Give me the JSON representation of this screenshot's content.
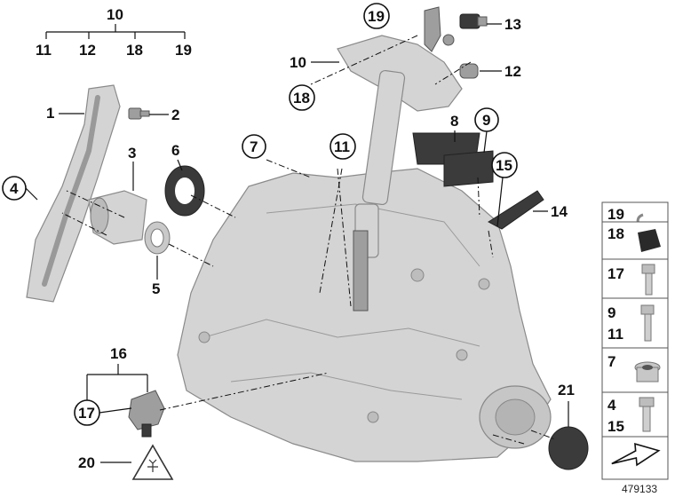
{
  "group_10_title": "10",
  "group_10_items": [
    "11",
    "12",
    "18",
    "19"
  ],
  "group_16_title": "16",
  "labels": {
    "l1": "1",
    "l2": "2",
    "l3": "3",
    "l4": "4",
    "l5": "5",
    "l6": "6",
    "l7": "7",
    "l8": "8",
    "l9": "9",
    "l10": "10",
    "l11": "11",
    "l12": "12",
    "l13": "13",
    "l14": "14",
    "l15": "15",
    "l17": "17",
    "l18": "18",
    "l19": "19",
    "l20": "20",
    "l21": "21"
  },
  "legend": [
    {
      "label": "19"
    },
    {
      "label": "18"
    },
    {
      "label": "17"
    },
    {
      "label": "9",
      "label2": "11"
    },
    {
      "label": "7"
    },
    {
      "label": "4",
      "label2": "15"
    }
  ],
  "diagram_id": "479133"
}
